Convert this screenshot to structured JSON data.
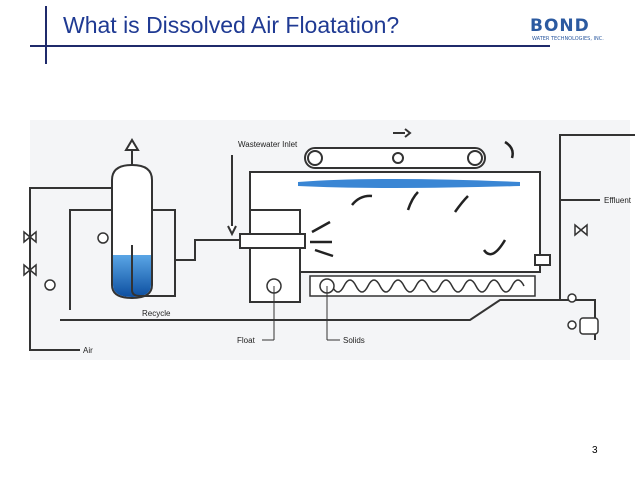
{
  "title": "What is Dissolved Air Floatation?",
  "logo": {
    "name": "BOND",
    "subtitle": "WATER TECHNOLOGIES, INC."
  },
  "page_number": "3",
  "diagram": {
    "labels": {
      "wastewater_inlet": "Wastewater Inlet",
      "effluent": "Effluent",
      "recycle": "Recycle",
      "air": "Air",
      "float": "Float",
      "solids": "Solids"
    }
  },
  "colors": {
    "title": "#1f3a93",
    "water": "#1a6fc4",
    "line": "#333333"
  }
}
